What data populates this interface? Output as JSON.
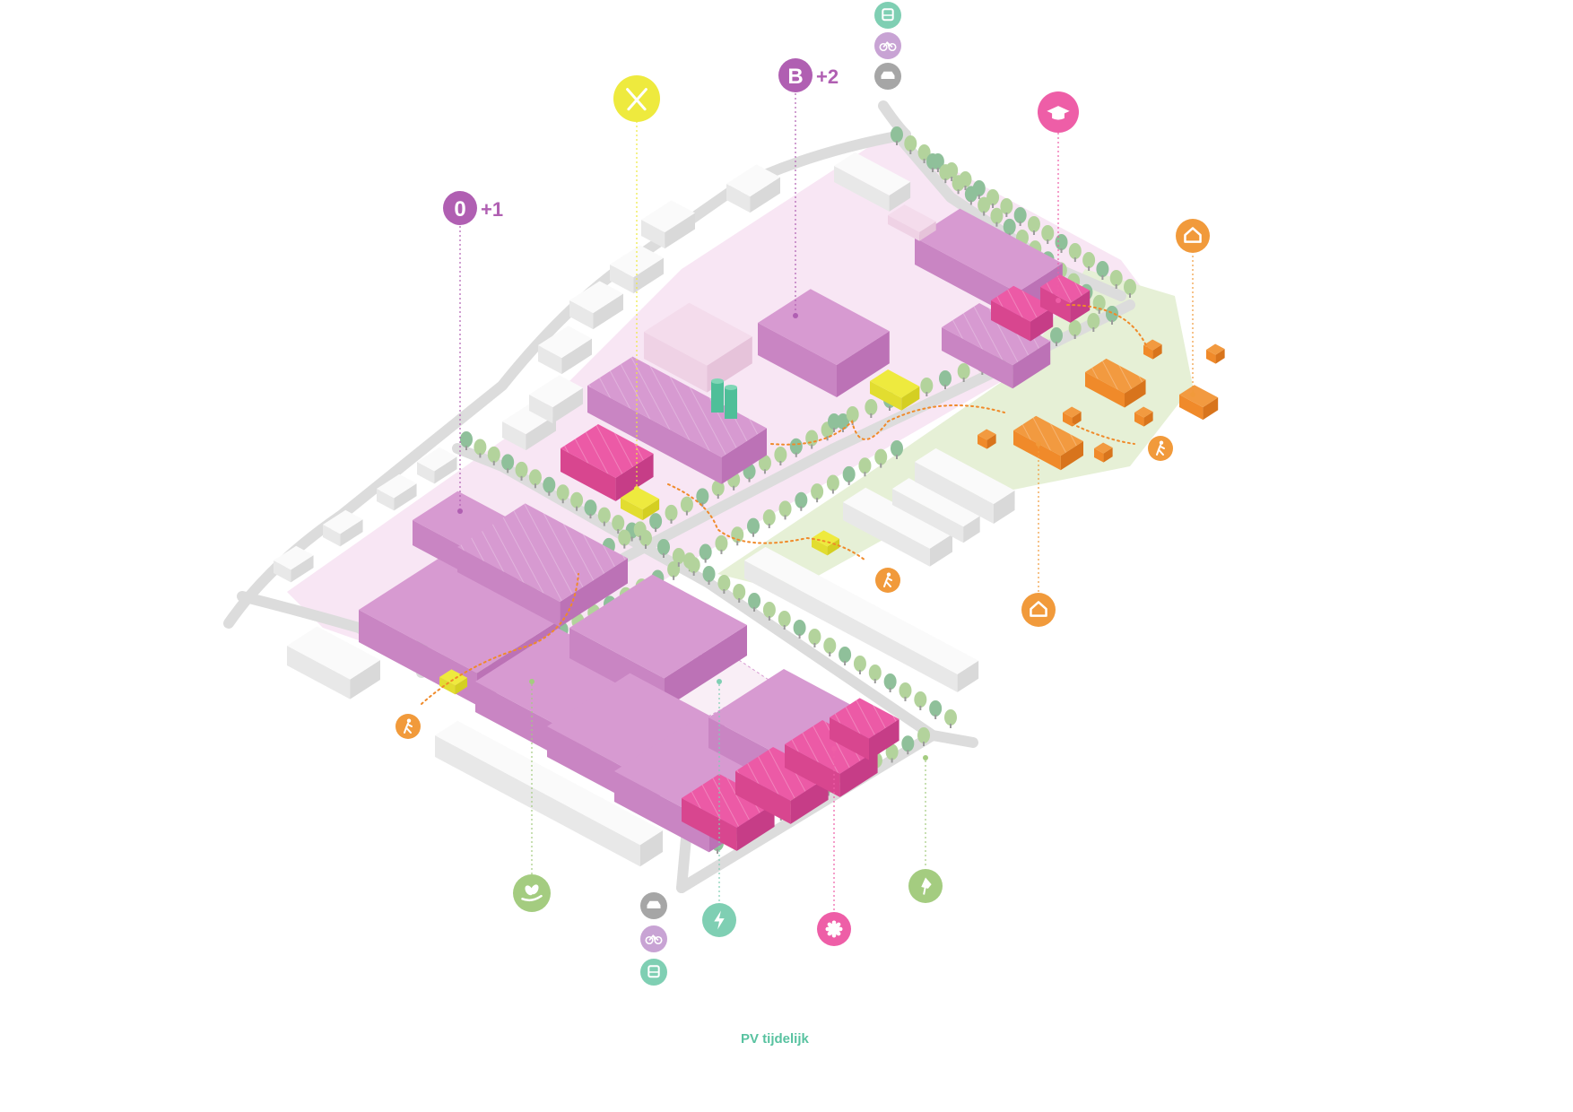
{
  "colors": {
    "road": "#dcdcdc",
    "pink_zone": "#f8e6f4",
    "green_zone": "#e6f0d6",
    "violet_top": "#d79ad1",
    "violet_side": "#bc72b6",
    "violet_front": "#c985c3",
    "magenta_top": "#ec5aa6",
    "magenta_side": "#c63d87",
    "pale_top": "#f4dcec",
    "white_top": "#fafafa",
    "white_side": "#d9d9d9",
    "orange": "#f08a2a",
    "yellow": "#eeea3e",
    "teal": "#4fbf99",
    "tree": "#b3d39c",
    "tree_dark": "#8fc09a",
    "icon_violet": "#b05fb2",
    "icon_violet_light": "#c8a3d4",
    "icon_gray": "#a6a6a6",
    "icon_teal": "#7fcfb3",
    "icon_yellow": "#eeea3e",
    "icon_pink": "#ee5ea7",
    "icon_orange": "#f19a3b",
    "icon_green": "#a4cc80",
    "label_violet": "#b05fb2",
    "label_teal": "#58c2a0"
  },
  "labels": {
    "zero_level": "0",
    "zero_plus": "+1",
    "b_level": "B",
    "b_plus": "+2",
    "pv": "PV tijdelijk"
  },
  "icons": {
    "restaurant": "fork-knife-icon",
    "education": "graduation-cap-icon",
    "house": "house-icon",
    "walk": "pedestrian-icon",
    "bus": "bus-icon",
    "bike": "bicycle-icon",
    "car": "car-icon",
    "energy": "lightning-icon",
    "greenery": "leaf-hand-icon",
    "tree": "tree-icon",
    "industry": "gear-icon"
  }
}
